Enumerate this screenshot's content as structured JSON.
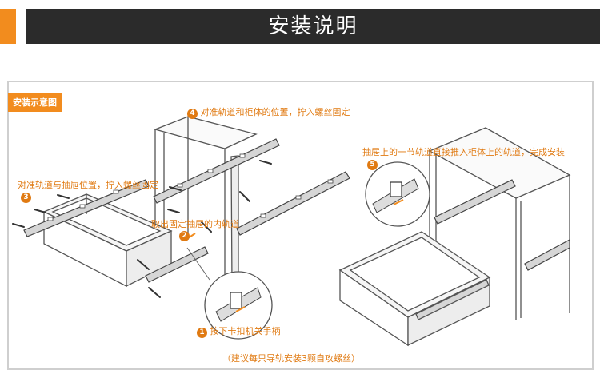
{
  "header": {
    "title": "安装说明"
  },
  "badge": {
    "label": "安装示意图"
  },
  "steps": [
    {
      "number": "1",
      "text": "按下卡扣机关手柄"
    },
    {
      "number": "2",
      "text": "取出固定抽屉的内轨道"
    },
    {
      "number": "3",
      "text": "对准轨道与抽屉位置，拧入螺丝固定"
    },
    {
      "number": "4",
      "text": "对准轨道和柜体的位置，拧入螺丝固定"
    },
    {
      "number": "5",
      "text": "抽屉上的一节轨道直接推入柜体上的轨道，完成安装"
    }
  ],
  "footnote": "（建议每只导轨安装3颗自攻螺丝）",
  "colors": {
    "accent": "#f28c1e",
    "header_bg": "#2b2b2b"
  }
}
